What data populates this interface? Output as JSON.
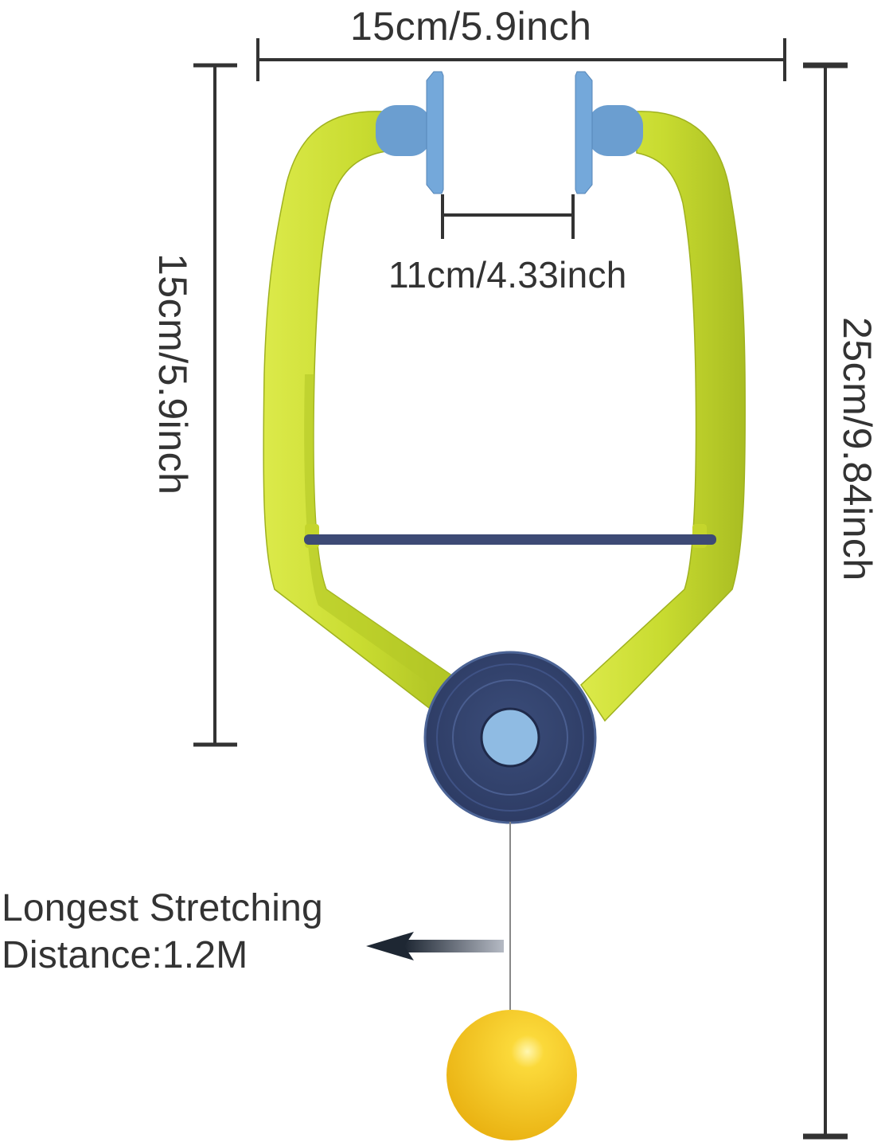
{
  "dimensions": {
    "overall_width": "15cm/5.9inch",
    "inner_gap": "11cm/4.33inch",
    "frame_height": "15cm/5.9inch",
    "total_height": "25cm/9.84inch"
  },
  "annotation": {
    "line1": "Longest Stretching",
    "line2": "Distance:1.2M"
  },
  "colors": {
    "frame": "#cfe03a",
    "frame_shadow": "#a9bc22",
    "knob": "#6fa2d4",
    "hub": "#34456e",
    "hub_center": "#8fbbe3",
    "crossbar": "#3d4a75",
    "ball": "#f6c81e",
    "dimension_line": "#333333"
  }
}
